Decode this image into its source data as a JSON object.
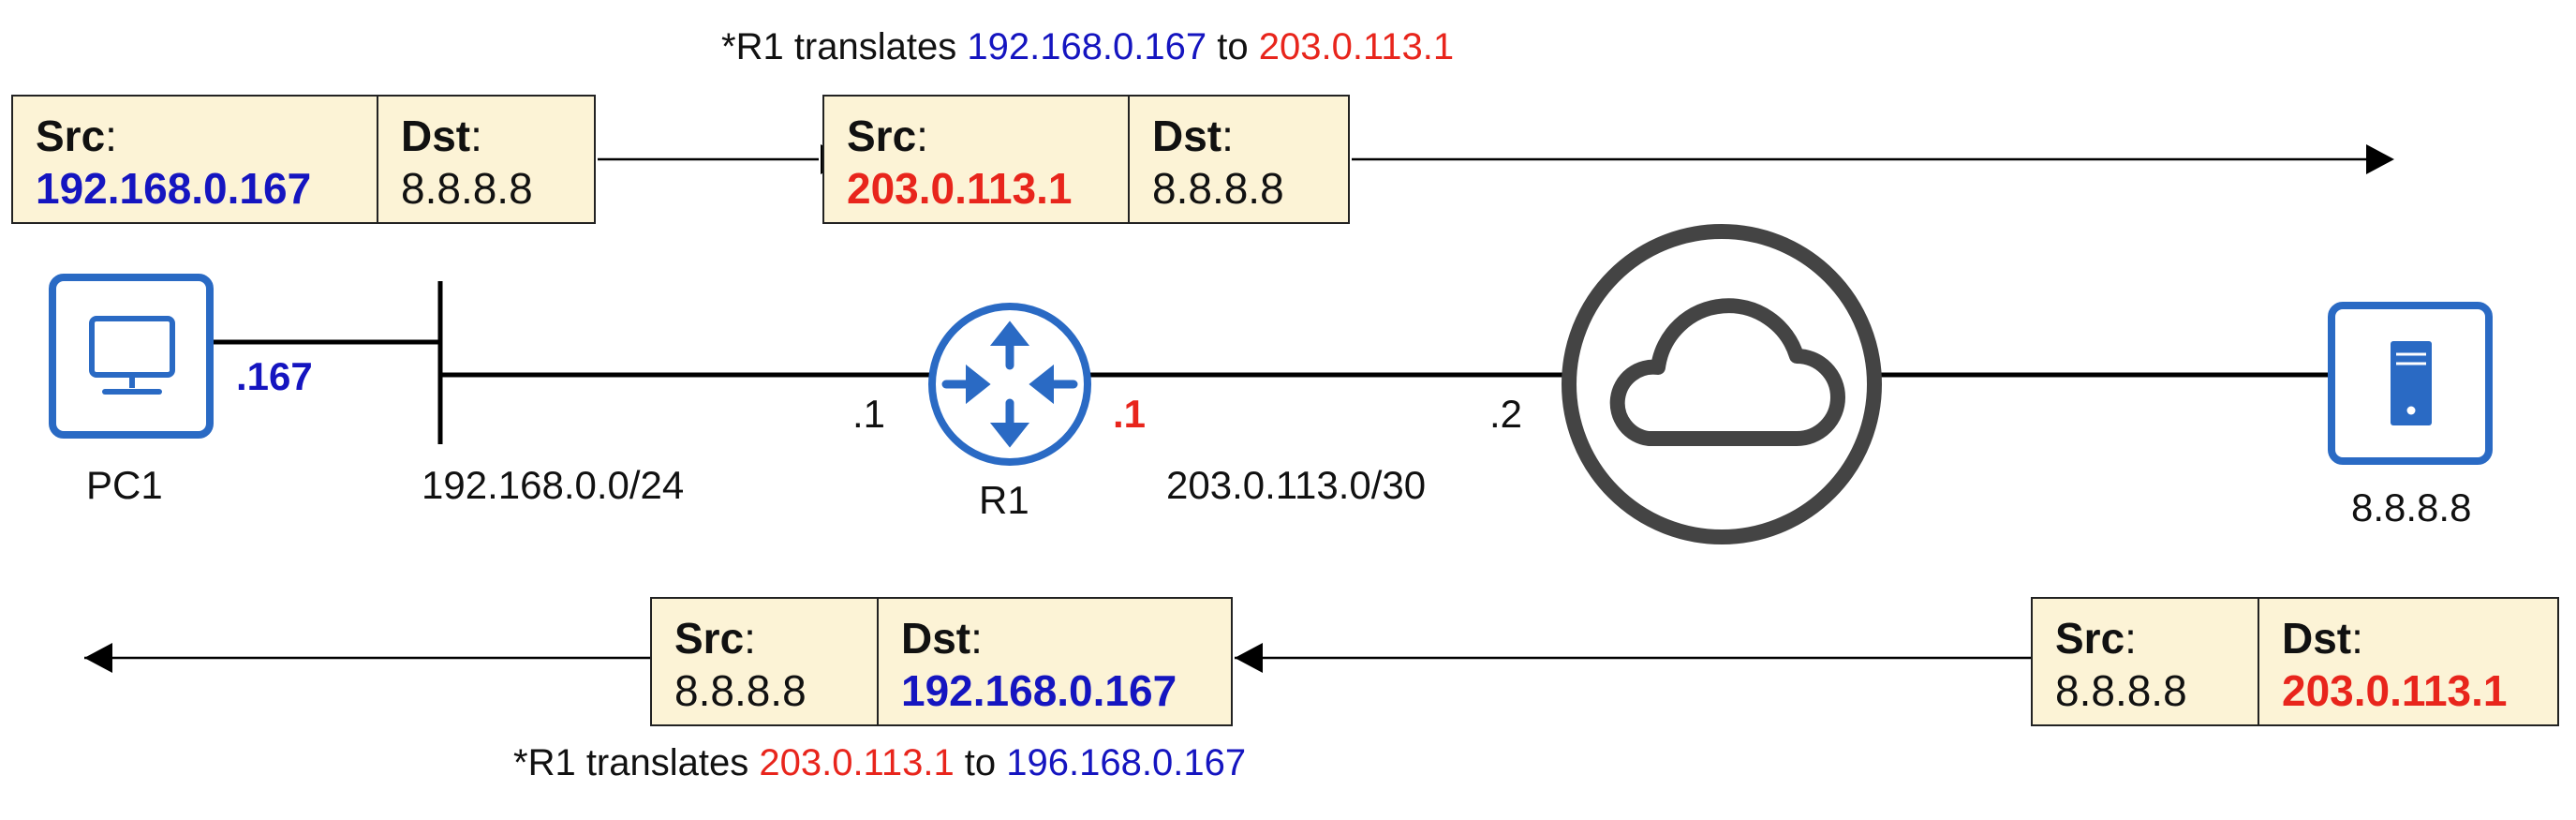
{
  "notes": {
    "top": {
      "prefix": "*R1 translates ",
      "from": "192.168.0.167",
      "mid": " to ",
      "to": "203.0.113.1"
    },
    "bottom": {
      "prefix": "*R1 translates ",
      "from": "203.0.113.1",
      "mid": " to ",
      "to": "196.168.0.167"
    }
  },
  "packet_header": {
    "src": "Src",
    "dst": "Dst",
    "colon": ":"
  },
  "packets": [
    {
      "src": "192.168.0.167",
      "dst": "8.8.8.8"
    },
    {
      "src": "203.0.113.1",
      "dst": "8.8.8.8"
    },
    {
      "src": "8.8.8.8",
      "dst": "192.168.0.167"
    },
    {
      "src": "8.8.8.8",
      "dst": "203.0.113.1"
    }
  ],
  "labels": {
    "pc1": "PC1",
    "pc1_ip": ".167",
    "lan_subnet": "192.168.0.0/24",
    "r1": "R1",
    "r1_inside": ".1",
    "r1_outside": ".1",
    "wan_subnet": "203.0.113.0/30",
    "isp_ip": ".2",
    "server": "8.8.8.8"
  },
  "icons": {
    "pc": "desktop-monitor-icon",
    "router": "router-icon",
    "cloud": "internet-cloud-icon",
    "server": "server-tower-icon"
  },
  "colors": {
    "inside_ip": "#1515c0",
    "outside_ip": "#e8251c",
    "device_blue": "#2a6ac4",
    "cloud_gray": "#444444",
    "packet_fill": "#fcf3d6"
  }
}
